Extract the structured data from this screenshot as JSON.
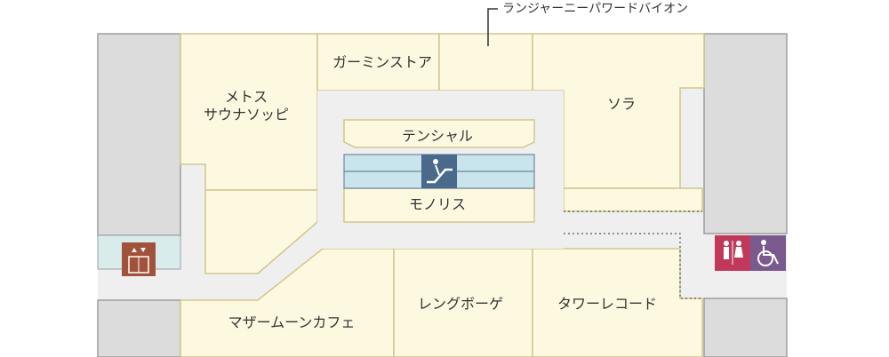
{
  "floor_map": {
    "shops": {
      "metos": "メトス\nサウナソッピ",
      "garmin": "ガーミンストア",
      "sola": "ソラ",
      "tenshal": "テンシャル",
      "monolith": "モノリス",
      "mothermoon": "マザームーンカフェ",
      "rengbooge": "レングボーゲ",
      "towerrecords": "タワーレコード"
    },
    "callout": "ランジャーニーパワードバイオン",
    "colors": {
      "shop_fill": "#fdf9e1",
      "shop_border": "#d2c58d",
      "corridor": "#efefef",
      "wall": "#dcdcdc",
      "elevator": "#a0523a",
      "escalator": "#4a6a8c",
      "restroom": "#c0395a",
      "accessible": "#7a5a8e"
    },
    "icons": {
      "elevator": "elevator-icon",
      "escalator": "escalator-icon",
      "restroom": "restroom-icon",
      "accessible": "wheelchair-icon"
    }
  }
}
